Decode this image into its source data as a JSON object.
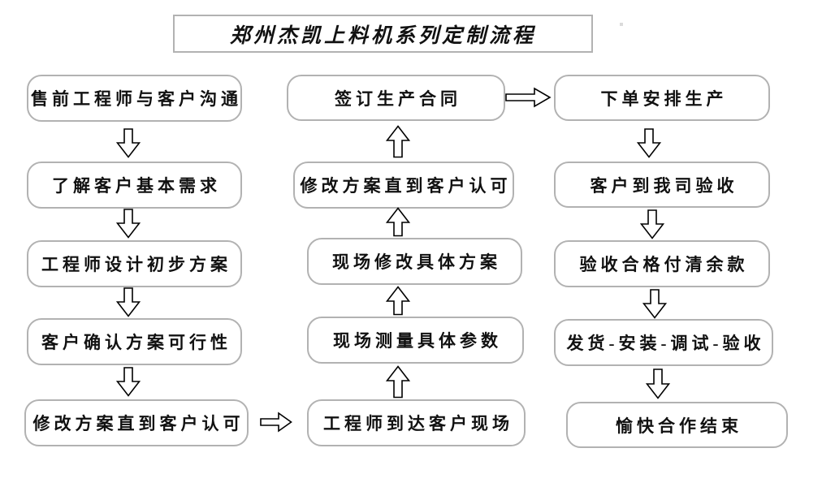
{
  "diagram": {
    "title": "郑州杰凯上料机系列定制流程",
    "type": "flowchart",
    "flow_description": "left column top-to-bottom, then right into middle column bottom-to-top, then right into right column top-to-bottom"
  },
  "nodes": {
    "left": [
      {
        "label": "售前工程师与客户沟通"
      },
      {
        "label": "了解客户基本需求"
      },
      {
        "label": "工程师设计初步方案"
      },
      {
        "label": "客户确认方案可行性"
      },
      {
        "label": "修改方案直到客户认可"
      }
    ],
    "middle": [
      {
        "label": "签订生产合同"
      },
      {
        "label": "修改方案直到客户认可"
      },
      {
        "label": "现场修改具体方案"
      },
      {
        "label": "现场测量具体参数"
      },
      {
        "label": "工程师到达客户现场"
      }
    ],
    "right": [
      {
        "label": "下单安排生产"
      },
      {
        "label": "客户到我司验收"
      },
      {
        "label": "验收合格付清余款"
      },
      {
        "label": "发货-安装-调试-验收"
      },
      {
        "label": "愉快合作结束"
      }
    ]
  },
  "icons": {
    "down_arrow": "hollow-down-block-arrow",
    "up_arrow": "hollow-up-block-arrow",
    "right_arrow": "hollow-right-block-arrow"
  },
  "colors": {
    "background": "#ffffff",
    "box_border": "#b2b2b2",
    "box_fill": "#ffffff",
    "text": "#111111",
    "arrow_outline": "#000000",
    "arrow_fill": "#ffffff"
  }
}
